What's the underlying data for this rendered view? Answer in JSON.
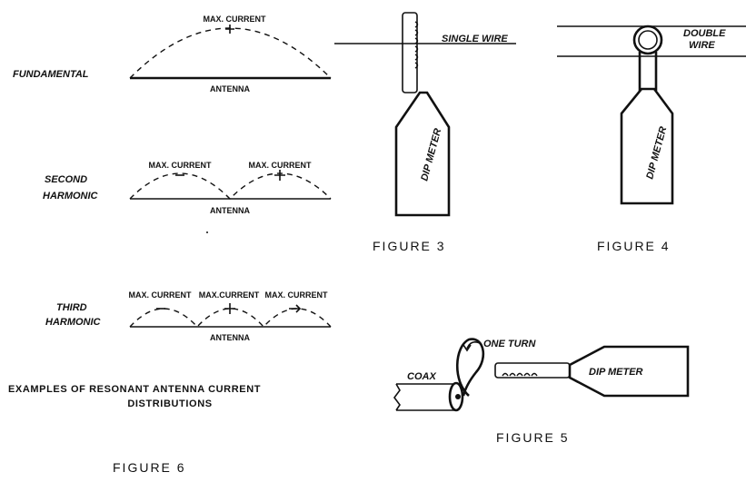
{
  "figure6": {
    "caption": "FIGURE 6",
    "description_line1": "EXAMPLES OF RESONANT ANTENNA CURRENT",
    "description_line2": "DISTRIBUTIONS",
    "fundamental": {
      "label": "FUNDAMENTAL",
      "max_label": "MAX. CURRENT",
      "antenna_label": "ANTENNA"
    },
    "second": {
      "label_line1": "SECOND",
      "label_line2": "HARMONIC",
      "max_label_1": "MAX. CURRENT",
      "max_label_2": "MAX. CURRENT",
      "antenna_label": "ANTENNA"
    },
    "third": {
      "label_line1": "THIRD",
      "label_line2": "HARMONIC",
      "max_label_1": "MAX. CURRENT",
      "max_label_2": "MAX.CURRENT",
      "max_label_3": "MAX. CURRENT",
      "antenna_label": "ANTENNA"
    }
  },
  "figure3": {
    "caption": "FIGURE 3",
    "wire_label": "SINGLE WIRE",
    "meter_label": "DIP METER"
  },
  "figure4": {
    "caption": "FIGURE 4",
    "wire_label_line1": "DOUBLE",
    "wire_label_line2": "WIRE",
    "meter_label": "DIP METER"
  },
  "figure5": {
    "caption": "FIGURE 5",
    "turn_label": "ONE TURN",
    "coax_label": "COAX",
    "meter_label": "DIP METER"
  }
}
